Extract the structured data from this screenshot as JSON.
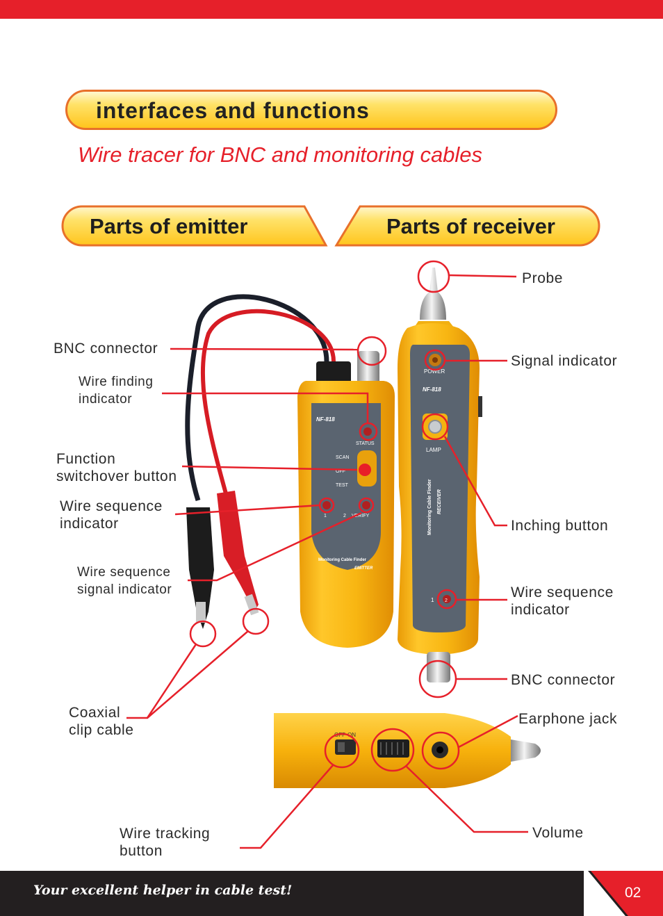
{
  "header": {
    "title": "interfaces and functions",
    "subtitle": "Wire tracer for BNC and monitoring cables"
  },
  "sections": {
    "emitter": "Parts of emitter",
    "receiver": "Parts of receiver"
  },
  "emitter_labels": {
    "bnc_connector": "BNC connector",
    "wire_finding_1": "Wire finding",
    "wire_finding_2": "indicator",
    "function_1": "Function",
    "function_2": "switchover button",
    "wire_seq_1": "Wire sequence",
    "wire_seq_2": "indicator",
    "wire_seq_signal_1": "Wire sequence",
    "wire_seq_signal_2": "signal indicator",
    "coaxial_1": "Coaxial",
    "coaxial_2": "clip cable",
    "wire_tracking_1": "Wire tracking",
    "wire_tracking_2": "button"
  },
  "receiver_labels": {
    "probe": "Probe",
    "signal_indicator": "Signal indicator",
    "inching_button": "Inching button",
    "wire_seq_1": "Wire sequence",
    "wire_seq_2": "indicator",
    "bnc_connector": "BNC connector",
    "earphone_jack": "Earphone jack",
    "volume": "Volume"
  },
  "device_markings": {
    "emitter_model": "NF-818",
    "emitter_status": "STATUS",
    "emitter_scan": "SCAN",
    "emitter_off": "OFF",
    "emitter_test": "TEST",
    "emitter_seq_1": "1",
    "emitter_seq_2": "2",
    "emitter_verify": "VERIFY",
    "emitter_brand": "Monitoring Cable Finder",
    "emitter_type": "EMITTER",
    "receiver_power": "POWER",
    "receiver_model": "NF-818",
    "receiver_lamp": "LAMP",
    "receiver_brand": "Monitoring Cable Finder",
    "receiver_type": "RECEIVER",
    "receiver_seq_1": "1",
    "receiver_seq_2": "2",
    "side_off": "OFF",
    "side_on": "ON"
  },
  "footer": {
    "tagline": "Your excellent helper in cable test!",
    "page": "02"
  },
  "colors": {
    "accent_red": "#e6202a",
    "banner_orange": "#e8702a",
    "banner_yellow": "#ffc51d",
    "device_yellow": "#f5b40f",
    "device_grey": "#5a6470",
    "footer_black": "#231f20"
  }
}
